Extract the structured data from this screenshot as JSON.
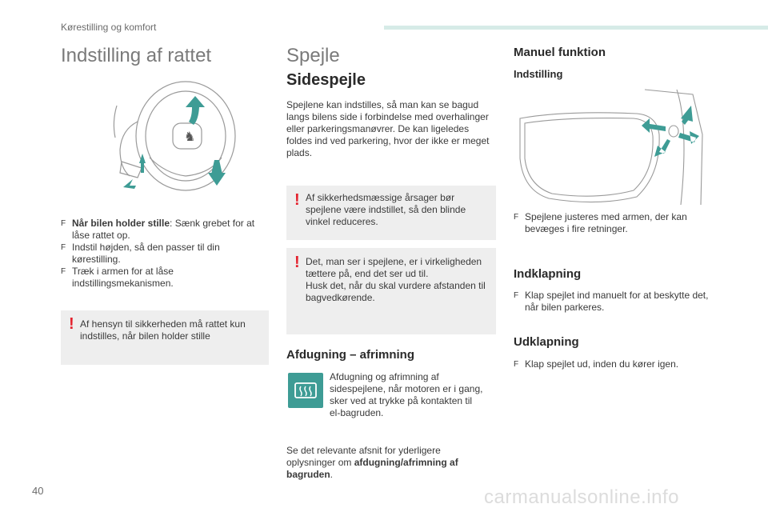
{
  "header": {
    "section": "Kørestilling og komfort"
  },
  "left": {
    "title": "Indstilling af rattet",
    "bullets": [
      {
        "bold": "Når bilen holder stille",
        "rest": ": Sænk grebet for at",
        "cont": "låse rattet op."
      },
      {
        "bold": "",
        "rest": "Indstil højden, så den passer til din",
        "cont": "kørestilling."
      },
      {
        "bold": "",
        "rest": "Træk i armen for at låse",
        "cont": "indstillingsmekanismen."
      }
    ],
    "warning": [
      "Af hensyn til sikkerheden må rattet kun",
      "indstilles, når bilen holder stille"
    ]
  },
  "middle": {
    "title": "Spejle",
    "subtitle": "Sidespejle",
    "paragraph": [
      "Spejlene kan indstilles, så man kan se bagud",
      "langs bilens side i forbindelse med overhalinger",
      "eller parkeringsmanøvrer. De kan ligeledes",
      "foldes ind ved parkering, hvor der ikke er meget",
      "plads."
    ],
    "warning1": [
      "Af sikkerhedsmæssige årsager bør",
      "spejlene være indstillet, så den blinde",
      "vinkel reduceres."
    ],
    "warning2": [
      "Det, man ser i spejlene, er i virkeligheden",
      "tættere på, end det ser ud til.",
      "Husk det, når du skal vurdere afstanden til",
      "bagvedkørende."
    ],
    "defrost_title": "Afdugning – afrimning",
    "defrost_text": [
      "Afdugning og afrimning af",
      "sidespejlene, når motoren er i gang,",
      "sker ved at trykke på kontakten til",
      "el-bagruden."
    ],
    "note_line1": "Se det relevante afsnit for yderligere",
    "note_line2_a": "oplysninger om ",
    "note_line2_b": "afdugning/afrimning af",
    "note_line3_a": "bagruden",
    "note_line3_b": "."
  },
  "right": {
    "title": "Manuel funktion",
    "adjust_title": "Indstilling",
    "adjust_bullet": [
      "Spejlene justeres med armen, der kan",
      "bevæges i fire retninger."
    ],
    "fold_title": "Indklapning",
    "fold_bullet": [
      "Klap spejlet ind manuelt for at beskytte det,",
      "når bilen parkeres."
    ],
    "unfold_title": "Udklapning",
    "unfold_bullet": "Klap spejlet ud, inden du kører igen."
  },
  "footer": {
    "page": "40",
    "watermark": "carmanualsonline.info"
  },
  "bullet_glyph": "F",
  "warn_glyph": "!",
  "colors": {
    "accent": "#3e9c95",
    "warn": "#e4222e",
    "box": "#eeeeee"
  }
}
